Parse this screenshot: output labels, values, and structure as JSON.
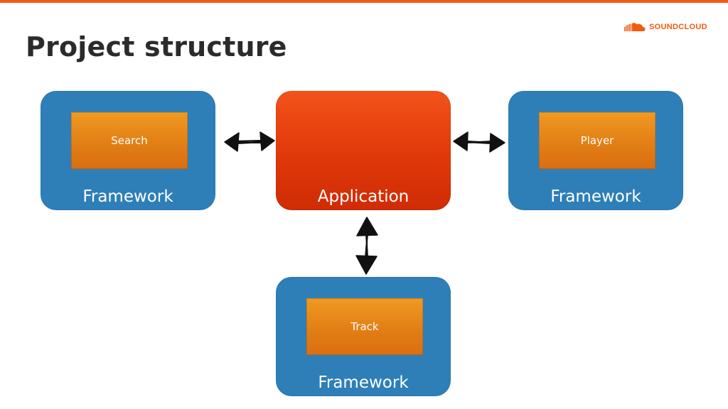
{
  "slide": {
    "title": "Project structure",
    "accent_color": "#f25a10"
  },
  "logo": {
    "icon": "soundcloud-cloud-icon",
    "text": "SOUNDCLOUD"
  },
  "diagram": {
    "application": {
      "label": "Application",
      "color": "#e0380a"
    },
    "frameworks": [
      {
        "label": "Framework",
        "module": "Search"
      },
      {
        "label": "Framework",
        "module": "Player"
      },
      {
        "label": "Framework",
        "module": "Track"
      }
    ],
    "framework_color": "#2e7fb8",
    "module_color": "#e27f16",
    "connections": [
      {
        "from": "Search",
        "to": "Application",
        "type": "bidirectional"
      },
      {
        "from": "Application",
        "to": "Player",
        "type": "bidirectional"
      },
      {
        "from": "Application",
        "to": "Track",
        "type": "bidirectional"
      }
    ]
  }
}
